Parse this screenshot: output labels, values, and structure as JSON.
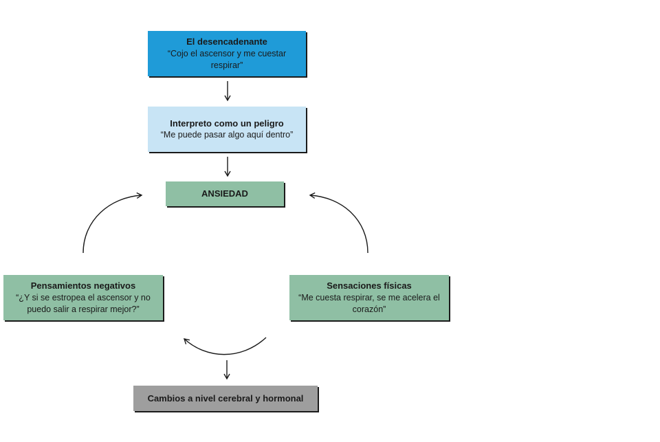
{
  "trigger": {
    "title": "El desencadenante",
    "quote": "“Cojo el ascensor y me cuestar respirar”",
    "color": "#1f9bd8"
  },
  "interpretation": {
    "title": "Interpreto como un peligro",
    "quote": "“Me puede pasar algo aquí dentro”",
    "color": "#c8e4f5"
  },
  "anxiety": {
    "title": "ANSIEDAD",
    "color": "#8fbfa4"
  },
  "thoughts": {
    "title": "Pensamientos negativos",
    "quote": "“¿Y si se estropea el ascensor y no puedo salir a respirar mejor?”",
    "color": "#8fbfa4"
  },
  "sensations": {
    "title": "Sensaciones físicas",
    "quote": "“Me cuesta respirar, se me acelera el corazón”",
    "color": "#8fbfa4"
  },
  "changes": {
    "title": "Cambios a nivel cerebral y hormonal",
    "color": "#9e9e9e"
  }
}
